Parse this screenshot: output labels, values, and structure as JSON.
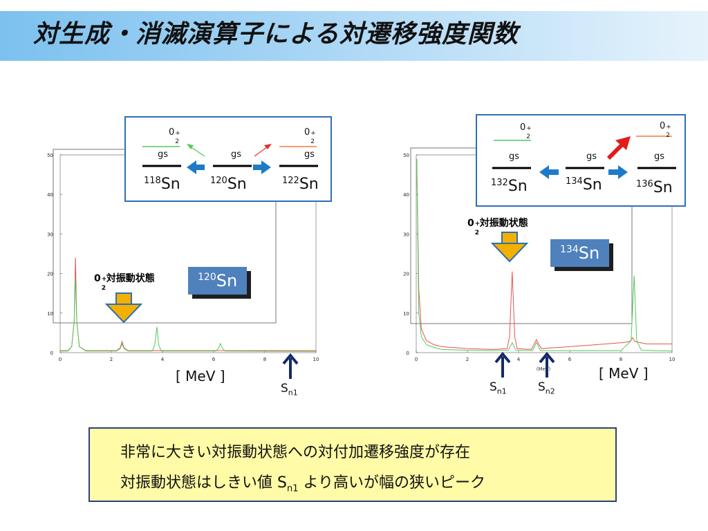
{
  "title": "対生成・消滅演算子による対遷移強度関数",
  "colors": {
    "red_curve": "#e8504f",
    "green_curve": "#52c95a",
    "arrow_blue": "#1f7ac8",
    "arrow_navy": "#14296b",
    "gold": "#f3b000",
    "badge": "#4f81bd"
  },
  "left": {
    "inset": {
      "levels": [
        {
          "state": "0",
          "sup": "+",
          "sub": "2",
          "gs": "gs",
          "nucleus": "Sn",
          "mass": "118"
        },
        {
          "state": "",
          "sup": "",
          "sub": "",
          "gs": "gs",
          "nucleus": "Sn",
          "mass": "120"
        },
        {
          "state": "0",
          "sup": "+",
          "sub": "2",
          "gs": "gs",
          "nucleus": "Sn",
          "mass": "122"
        }
      ]
    },
    "pair_label": {
      "state": "0",
      "sup": "+",
      "sub": "2",
      "text": "対振動状態"
    },
    "badge": {
      "mass": "120",
      "symbol": "Sn"
    },
    "unit_label": "[ MeV ]",
    "sn_marker": {
      "main": "S",
      "sub": "n1"
    }
  },
  "right": {
    "inset": {
      "levels": [
        {
          "state": "0",
          "sup": "+",
          "sub": "2",
          "gs": "gs",
          "nucleus": "Sn",
          "mass": "132"
        },
        {
          "state": "",
          "sup": "",
          "sub": "",
          "gs": "gs",
          "nucleus": "Sn",
          "mass": "134"
        },
        {
          "state": "0",
          "sup": "+",
          "sub": "2",
          "gs": "gs",
          "nucleus": "Sn",
          "mass": "136"
        }
      ]
    },
    "pair_label": {
      "state": "0",
      "sup": "+",
      "sub": "2",
      "text": "対振動状態"
    },
    "badge": {
      "mass": "134",
      "symbol": "Sn"
    },
    "unit_label": "[ MeV ]",
    "sn_markers": [
      {
        "main": "S",
        "sub": "n1"
      },
      {
        "main": "S",
        "sub": "n2"
      }
    ],
    "axis_small_label": "(MeV)"
  },
  "note": {
    "line1": "非常に大きい対振動状態への対付加遷移強度が存在",
    "line2_pre": "対振動状態はしきい値 S",
    "line2_sub": "n1",
    "line2_post": " より高いが幅の狭いピーク"
  },
  "chart_data": [
    {
      "type": "line",
      "title": "",
      "xlabel": "[ MeV ]",
      "ylabel": "",
      "xlim": [
        0,
        10
      ],
      "ylim": [
        0,
        50
      ],
      "x_ticks": [
        0,
        2,
        4,
        6,
        8,
        10
      ],
      "y_ticks": [
        0,
        10,
        20,
        30,
        40,
        50
      ],
      "grid": false,
      "series": [
        {
          "color": "#e8504f",
          "points": [
            [
              0,
              0.5
            ],
            [
              0.3,
              0.5
            ],
            [
              0.45,
              1.5
            ],
            [
              0.55,
              8
            ],
            [
              0.6,
              24
            ],
            [
              0.65,
              8
            ],
            [
              0.75,
              1.5
            ],
            [
              1.0,
              0.5
            ],
            [
              2.2,
              0.5
            ],
            [
              2.35,
              1.2
            ],
            [
              2.42,
              2.8
            ],
            [
              2.5,
              1.2
            ],
            [
              2.65,
              0.5
            ],
            [
              10,
              0.5
            ]
          ]
        },
        {
          "color": "#52c95a",
          "points": [
            [
              0,
              0.4
            ],
            [
              0.3,
              0.4
            ],
            [
              0.45,
              1.5
            ],
            [
              0.55,
              8
            ],
            [
              0.6,
              19
            ],
            [
              0.65,
              8
            ],
            [
              0.75,
              1.5
            ],
            [
              1.0,
              0.4
            ],
            [
              2.2,
              0.4
            ],
            [
              2.35,
              1.0
            ],
            [
              2.42,
              2.2
            ],
            [
              2.5,
              1.0
            ],
            [
              2.65,
              0.4
            ],
            [
              3.6,
              0.4
            ],
            [
              3.7,
              2
            ],
            [
              3.78,
              6.5
            ],
            [
              3.85,
              2
            ],
            [
              3.95,
              0.4
            ],
            [
              6.1,
              0.4
            ],
            [
              6.2,
              1.2
            ],
            [
              6.26,
              2.3
            ],
            [
              6.33,
              1.2
            ],
            [
              6.45,
              0.4
            ],
            [
              10,
              0.3
            ]
          ]
        }
      ]
    },
    {
      "type": "line",
      "title": "",
      "xlabel": "[ MeV ]",
      "ylabel": "",
      "xlim": [
        0,
        10
      ],
      "ylim": [
        0,
        50
      ],
      "x_ticks": [
        0,
        2,
        4,
        6,
        8,
        10
      ],
      "y_ticks": [
        0,
        10,
        20,
        30,
        40,
        50
      ],
      "grid": false,
      "series": [
        {
          "color": "#e8504f",
          "points": [
            [
              0.02,
              49
            ],
            [
              0.1,
              16
            ],
            [
              0.2,
              6
            ],
            [
              0.4,
              3
            ],
            [
              0.7,
              2
            ],
            [
              1.0,
              1.5
            ],
            [
              2.0,
              1
            ],
            [
              3.0,
              0.8
            ],
            [
              3.55,
              1
            ],
            [
              3.65,
              4
            ],
            [
              3.75,
              20.5
            ],
            [
              3.85,
              4
            ],
            [
              3.95,
              1
            ],
            [
              4.5,
              0.8
            ],
            [
              4.6,
              2
            ],
            [
              4.7,
              3.3
            ],
            [
              4.8,
              2
            ],
            [
              4.9,
              1
            ],
            [
              5.3,
              1.2
            ],
            [
              6.0,
              1.5
            ],
            [
              7.0,
              2
            ],
            [
              8.0,
              2.5
            ],
            [
              8.35,
              2.8
            ],
            [
              8.45,
              3.8
            ],
            [
              8.55,
              2.8
            ],
            [
              9.0,
              2.2
            ],
            [
              10,
              2.2
            ]
          ]
        },
        {
          "color": "#52c95a",
          "points": [
            [
              0.02,
              49
            ],
            [
              0.1,
              10
            ],
            [
              0.2,
              4
            ],
            [
              0.4,
              2
            ],
            [
              0.7,
              1.3
            ],
            [
              1.0,
              0.8
            ],
            [
              2.0,
              0.6
            ],
            [
              3.0,
              0.5
            ],
            [
              3.6,
              0.6
            ],
            [
              3.75,
              2.5
            ],
            [
              3.9,
              0.6
            ],
            [
              4.55,
              0.5
            ],
            [
              4.7,
              2.6
            ],
            [
              4.85,
              0.5
            ],
            [
              6.0,
              0.5
            ],
            [
              8.0,
              0.5
            ],
            [
              8.4,
              3
            ],
            [
              8.52,
              19.5
            ],
            [
              8.62,
              3
            ],
            [
              8.8,
              0.6
            ],
            [
              10,
              0.4
            ]
          ]
        }
      ]
    }
  ]
}
